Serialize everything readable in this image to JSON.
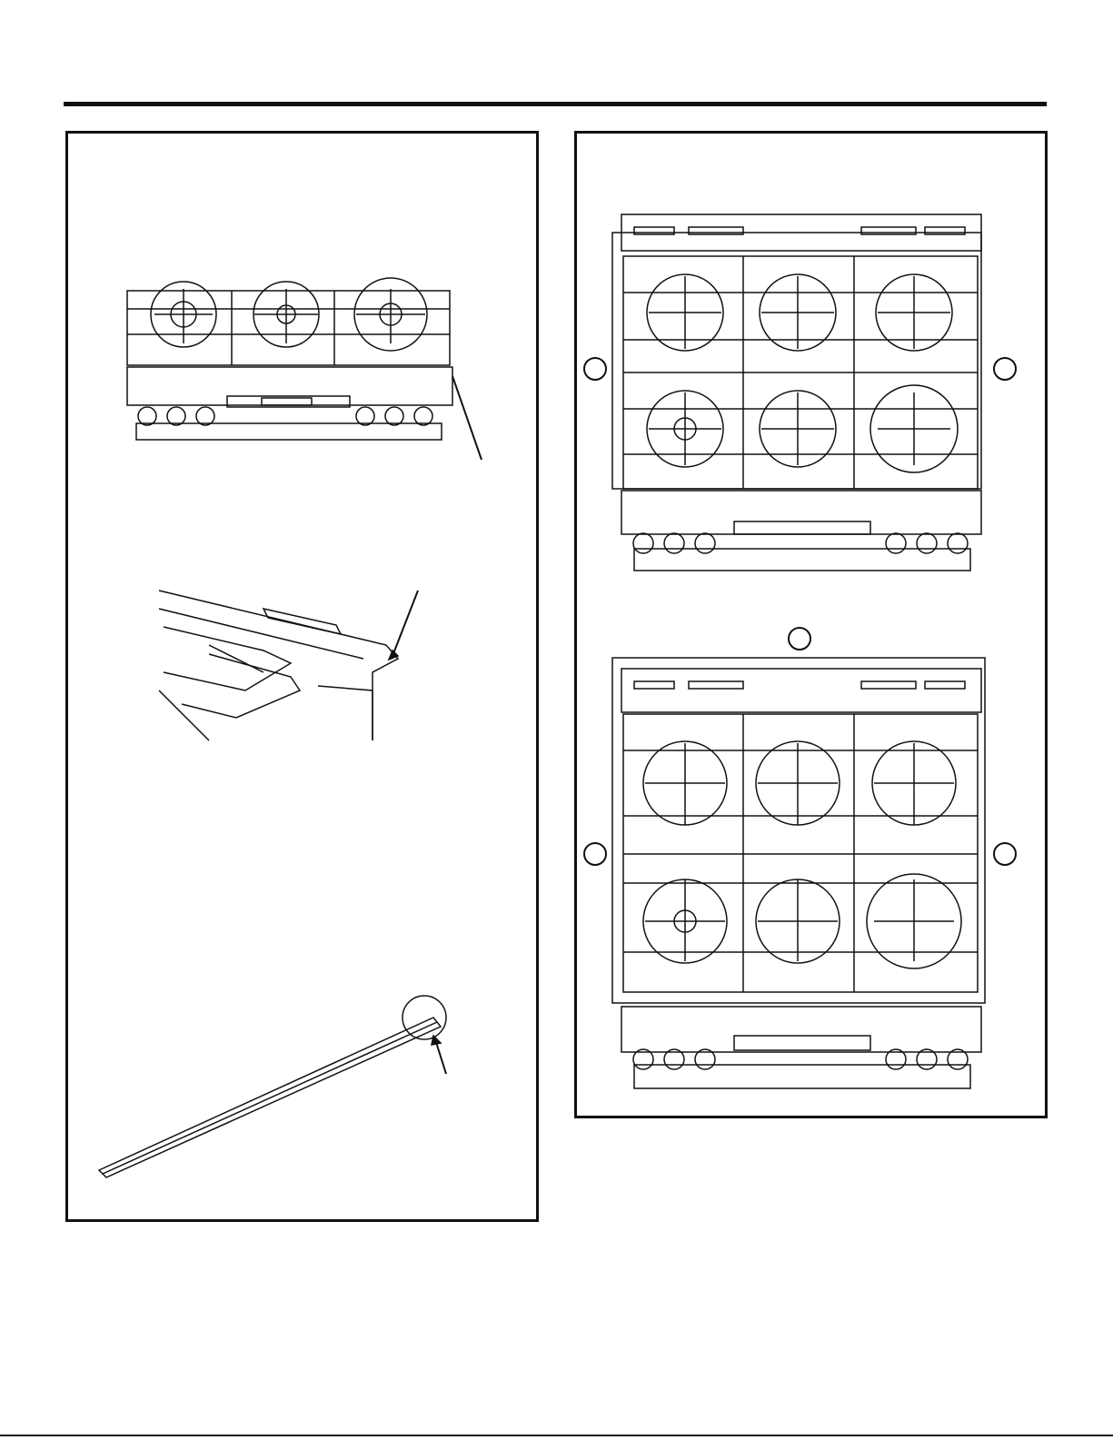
{
  "document": {
    "panels": [
      {
        "id": "left",
        "figures": [
          "range-front-partial",
          "trim-corner-detail",
          "trim-strip"
        ]
      },
      {
        "id": "right",
        "figures": [
          "range-top-view-a",
          "range-top-view-b"
        ]
      }
    ],
    "callouts": [
      "",
      "",
      "",
      "",
      ""
    ]
  }
}
